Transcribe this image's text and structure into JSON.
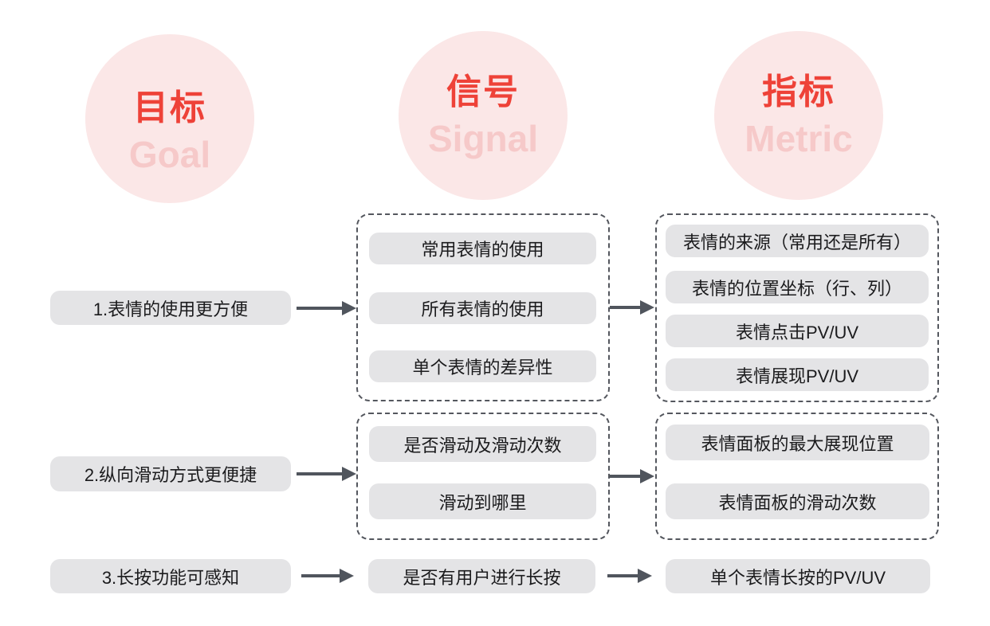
{
  "palette": {
    "background": "#ffffff",
    "circle_fill": "#fbe7e7",
    "circle_title": "#ee4238",
    "circle_subtitle": "#f6c9c9",
    "pill_bg": "#e4e4e6",
    "pill_text": "#1b1b1d",
    "dashed_border": "#54575e",
    "arrow": "#50555d"
  },
  "columns": [
    {
      "title": "目标",
      "subtitle": "Goal"
    },
    {
      "title": "信号",
      "subtitle": "Signal"
    },
    {
      "title": "指标",
      "subtitle": "Metric"
    }
  ],
  "rows": [
    {
      "goal": "1.表情的使用更方便",
      "signals": [
        "常用表情的使用",
        "所有表情的使用",
        "单个表情的差异性"
      ],
      "metrics": [
        "表情的来源（常用还是所有）",
        "表情的位置坐标（行、列）",
        "表情点击PV/UV",
        "表情展现PV/UV"
      ]
    },
    {
      "goal": "2.纵向滑动方式更便捷",
      "signals": [
        "是否滑动及滑动次数",
        "滑动到哪里"
      ],
      "metrics": [
        "表情面板的最大展现位置",
        "表情面板的滑动次数"
      ]
    },
    {
      "goal": "3.长按功能可感知",
      "signals": [
        "是否有用户进行长按"
      ],
      "metrics": [
        "单个表情长按的PV/UV"
      ]
    }
  ]
}
